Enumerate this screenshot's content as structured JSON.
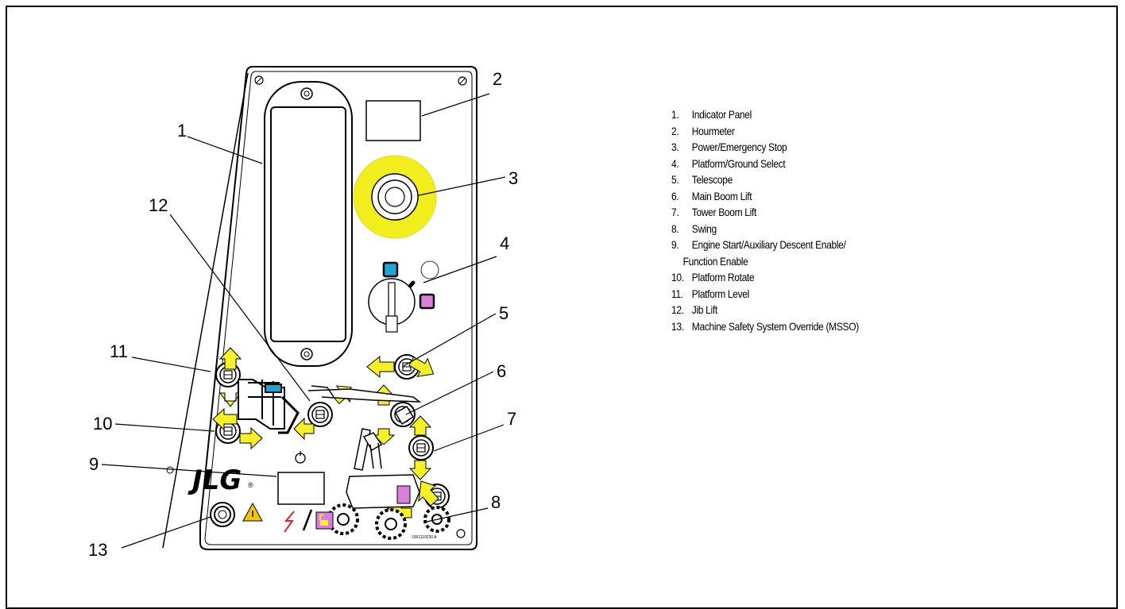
{
  "callouts": [
    "1",
    "2",
    "3",
    "4",
    "5",
    "6",
    "7",
    "8",
    "9",
    "10",
    "11",
    "12",
    "13"
  ],
  "legend": [
    {
      "num": "1.",
      "label": "Indicator Panel"
    },
    {
      "num": "2.",
      "label": "Hourmeter"
    },
    {
      "num": "3.",
      "label": "Power/Emergency Stop"
    },
    {
      "num": "4.",
      "label": "Platform/Ground Select"
    },
    {
      "num": "5.",
      "label": "Telescope"
    },
    {
      "num": "6.",
      "label": "Main Boom Lift"
    },
    {
      "num": "7.",
      "label": "Tower Boom Lift"
    },
    {
      "num": "8.",
      "label": "Swing"
    },
    {
      "num": "9.",
      "label": "Engine Start/Auxiliary Descent Enable/",
      "continuation": "Function Enable"
    },
    {
      "num": "10.",
      "label": "Platform Rotate"
    },
    {
      "num": "11.",
      "label": "Platform Level"
    },
    {
      "num": "12.",
      "label": "Jib Lift"
    },
    {
      "num": "13.",
      "label": "Machine Safety System Override (MSSO)"
    }
  ],
  "panel": {
    "brand": "JLG",
    "registered_mark": "®",
    "part_number": "1001119230 A"
  },
  "colors": {
    "estop_ring": "#f2ee1e",
    "arrow_fill": "#f7ef27",
    "platform_indicator": "#21a4cf",
    "ground_indicator": "#d97fdb",
    "msso_lock": "#d97fdb",
    "warning_triangle": "#f2c700",
    "lightning": "#e0242a"
  },
  "icons": [
    "lock-icon",
    "lightning-icon",
    "warning-triangle-icon",
    "key-icon",
    "jlg-logo-icon",
    "boom-lift-illustration-icon",
    "ignition-icon"
  ]
}
